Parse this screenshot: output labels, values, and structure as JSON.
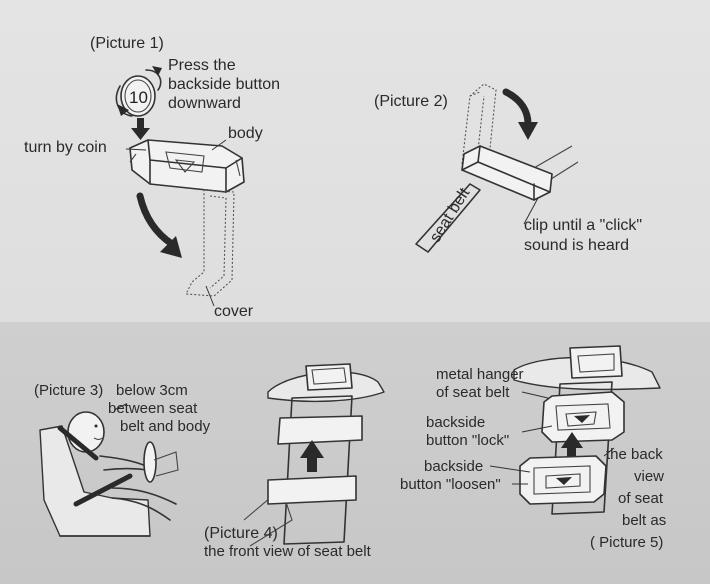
{
  "picture1": {
    "title": "(Picture 1)",
    "instruction_lines": [
      "Press the",
      "backside button",
      "downward"
    ],
    "coin_value": "10",
    "label_coin": "turn by coin",
    "label_body": "body",
    "label_cover": "cover"
  },
  "picture2": {
    "title": "(Picture 2)",
    "label_seat_belt": "seat belt",
    "clip_lines": [
      "clip until a \"click\"",
      "sound is heard"
    ]
  },
  "picture3": {
    "title": "(Picture 3)",
    "note_lines": [
      "below 3cm",
      "between seat",
      "belt and body"
    ]
  },
  "picture4": {
    "title": "(Picture 4)",
    "caption": "the front view of seat belt"
  },
  "picture5": {
    "hanger_lines": [
      "metal hanger",
      "of seat belt"
    ],
    "lock_lines": [
      "backside",
      "button \"lock\""
    ],
    "loosen_lines": [
      "backside",
      "button \"loosen\""
    ],
    "back_view_lines": [
      "the back",
      "view",
      "of seat",
      "belt as"
    ],
    "title": "( Picture 5)"
  }
}
